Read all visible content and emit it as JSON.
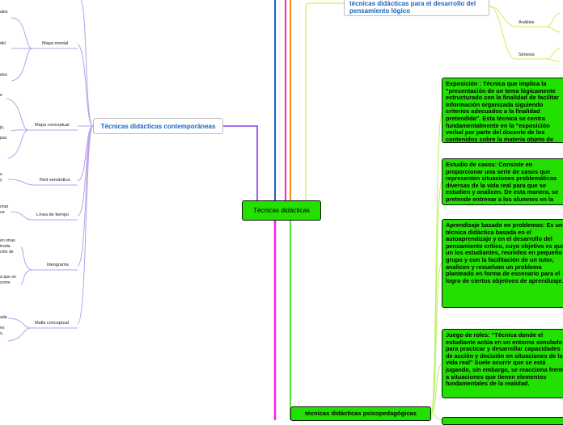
{
  "central": {
    "label": "Técnicas didácticas"
  },
  "branches": {
    "contemporary": {
      "label": "Técnicas didácticas contemporáneas",
      "children": [
        "Mapa mental",
        "Mapa conceptual",
        "Red semántica",
        "Línea de tiempo",
        "Ideograma",
        "Malla conceptual"
      ]
    },
    "logical": {
      "label": "técnicas didácticas para el desarrollo del pensamiento lógico",
      "children": [
        "Análisis",
        "Síntesis"
      ]
    },
    "psycho": {
      "label": "técnicas didácticas psicopedagógicas",
      "children": [
        "Exposición : Técnica que implica la \"presentación de un tema lógicamente estructurado con la finalidad de facilitar información organizada siguiendo criterios adecuados a la finalidad pretendida\". Esta técnica se centra fundamentalmente en la \"exposición verbal por parte del docente de los contenidos sobre la materia objeto de estudio\"",
        "Estudio de casos: Consiste en proporcionar una serie de casos que representen situaciones problemáticas diversas de la vida real para que se estudien y analicen. De esta manera, se pretende entrenar a los alumnos en la generación de soluciones.",
        "Aprendizaje basado en problemas: Es una técnica didáctica basada en el autoaprendizaje y en el desarrollo del pensamiento crítico, cuyo objetivo es que un los estudiantes, reunidos en pequeño grupo y con la facilitación de un tutor, analicen y resuelvan un problema planteado en forma de escenario para el logro de ciertos objetivos de aprendizaje.",
        "Juego de roles: \"Técnica donde el estudiante actúa en un entorno simulado para practicar y desarrollar capacidades de acción y decisión en situaciones de la vida real\" Suele ocurrir que se está jugando, sin embargo, se reacciona frente a situaciones que tienen elementos fundamentales de la realidad."
      ]
    }
  },
  "fragments": [
    "ales",
    "del",
    "etro",
    "e",
    "jo,",
    "pas",
    "o",
    "y",
    "onar",
    "ue",
    "en otras",
    "inada",
    "ción de",
    "a que se",
    "como",
    "ada",
    "es",
    "s,"
  ],
  "colors": {
    "green": "#22e000",
    "purple": "#8b3cf0",
    "orange": "#ff8a1c",
    "magenta": "#ff1ae0",
    "blue": "#1565c0",
    "lightGreen": "#b8f060",
    "lightPurple": "#b9a0e8",
    "yellowGreen": "#d8ec50"
  }
}
